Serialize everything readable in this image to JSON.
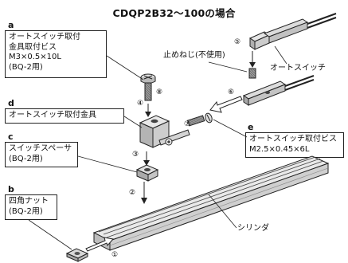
{
  "title": "CDQP2B32〜100の場合",
  "parts": {
    "a": {
      "letter": "a",
      "lines": [
        "オートスイッチ取付",
        "金具取付ビス",
        "M3×0.5×10L",
        "(BQ-2用)"
      ]
    },
    "d": {
      "letter": "d",
      "lines": [
        "オートスイッチ取付金具"
      ]
    },
    "c": {
      "letter": "c",
      "lines": [
        "スイッチスペーサ",
        "(BQ-2用)"
      ]
    },
    "b": {
      "letter": "b",
      "lines": [
        "四角ナット",
        "(BQ-2用)"
      ]
    },
    "e": {
      "letter": "e",
      "lines": [
        "オートスイッチ取付ビス",
        "M2.5×0.45×6L"
      ]
    }
  },
  "labels": {
    "set_screw": "止めねじ(不使用)",
    "auto_switch": "オートスイッチ",
    "cylinder": "シリンダ"
  },
  "steps": [
    "①",
    "②",
    "③",
    "④",
    "⑤",
    "⑥",
    "⑦",
    "⑧"
  ]
}
